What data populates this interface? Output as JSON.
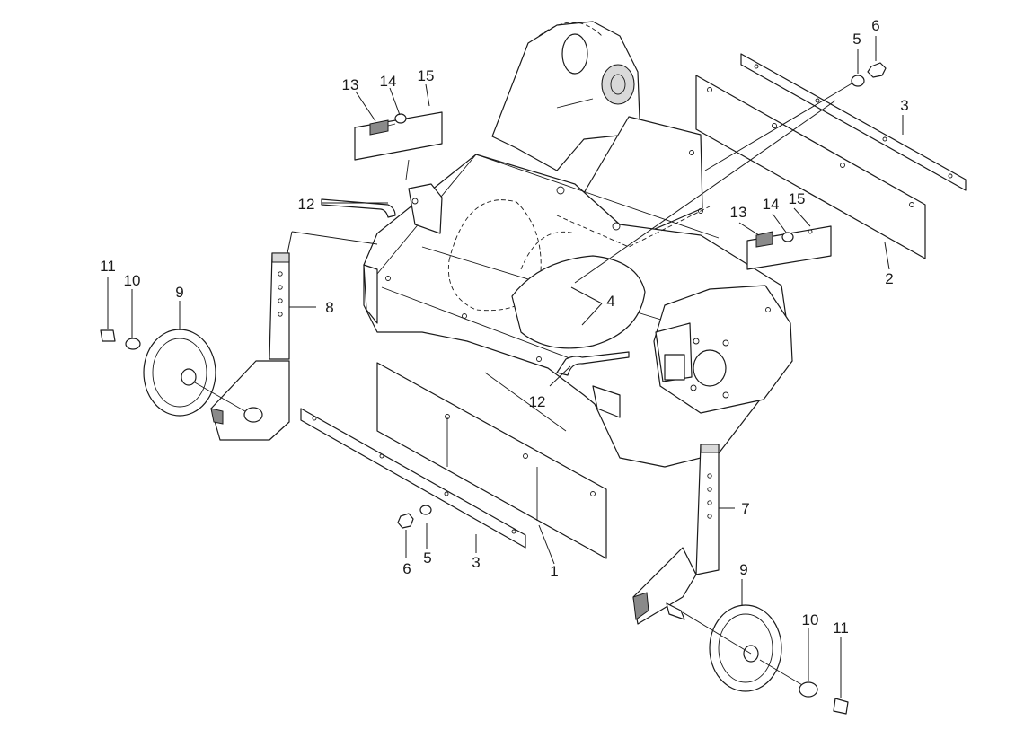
{
  "callouts": [
    {
      "id": "c1",
      "text": "1"
    },
    {
      "id": "c2",
      "text": "2"
    },
    {
      "id": "c3a",
      "text": "3"
    },
    {
      "id": "c3b",
      "text": "3"
    },
    {
      "id": "c4",
      "text": "4"
    },
    {
      "id": "c5a",
      "text": "5"
    },
    {
      "id": "c5b",
      "text": "5"
    },
    {
      "id": "c6a",
      "text": "6"
    },
    {
      "id": "c6b",
      "text": "6"
    },
    {
      "id": "c7",
      "text": "7"
    },
    {
      "id": "c8",
      "text": "8"
    },
    {
      "id": "c9a",
      "text": "9"
    },
    {
      "id": "c9b",
      "text": "9"
    },
    {
      "id": "c10a",
      "text": "10"
    },
    {
      "id": "c10b",
      "text": "10"
    },
    {
      "id": "c11a",
      "text": "11"
    },
    {
      "id": "c11b",
      "text": "11"
    },
    {
      "id": "c12a",
      "text": "12"
    },
    {
      "id": "c12b",
      "text": "12"
    },
    {
      "id": "c13a",
      "text": "13"
    },
    {
      "id": "c13b",
      "text": "13"
    },
    {
      "id": "c14a",
      "text": "14"
    },
    {
      "id": "c14b",
      "text": "14"
    },
    {
      "id": "c15a",
      "text": "15"
    },
    {
      "id": "c15b",
      "text": "15"
    }
  ]
}
